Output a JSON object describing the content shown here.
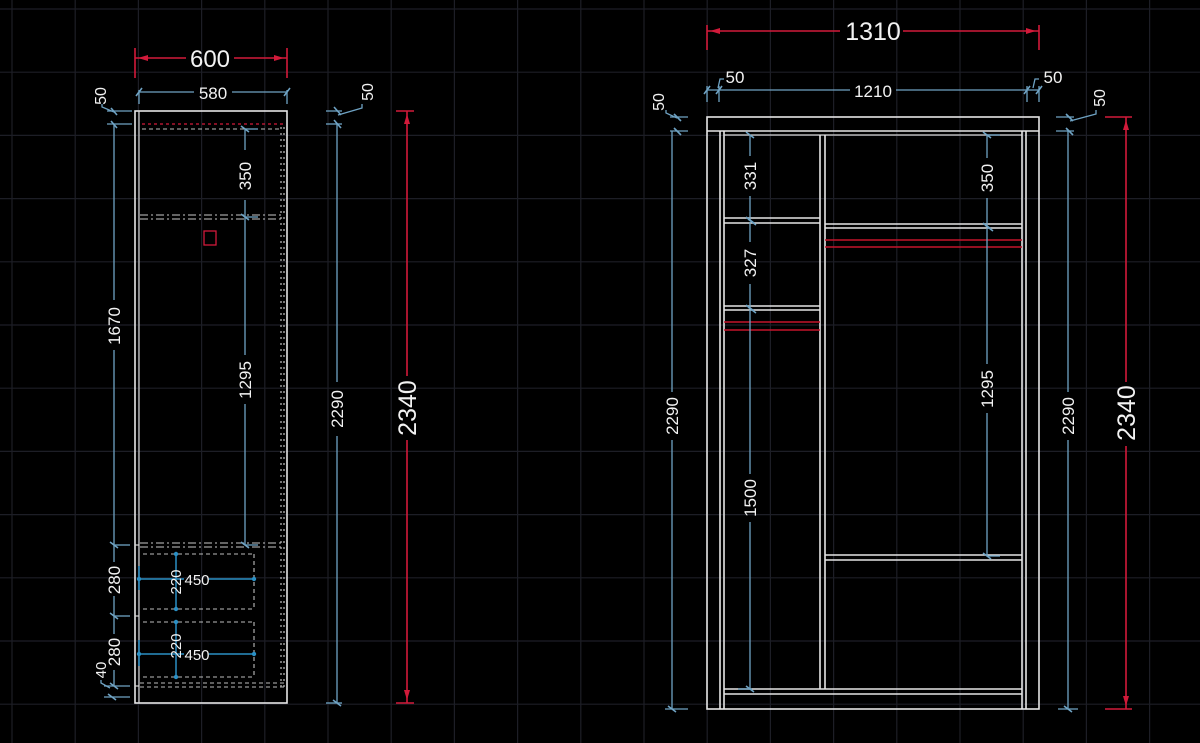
{
  "colors": {
    "background": "#000000",
    "grid": "#1d1e26",
    "outline": "#e6e6e6",
    "dimension": "#6fa3c4",
    "overall_dimension": "#d21a3a",
    "drawer_dimension": "#2a8fc4",
    "text": "#f2f2f2"
  },
  "left_view": {
    "overall_width": "600",
    "inner_width": "580",
    "top_left_offset": "50",
    "top_right_offset": "50",
    "upper_shelf_gap": "350",
    "hanging_section": "1295",
    "left_height": "1670",
    "drawer_zone_1": "280",
    "drawer_zone_2": "280",
    "base_gap": "40",
    "drawer1_height": "220",
    "drawer1_width": "450",
    "drawer2_height": "220",
    "drawer2_width": "450",
    "body_height": "2290",
    "overall_height": "2340"
  },
  "right_view": {
    "overall_width": "1310",
    "inner_width": "1210",
    "left_side_thickness": "50",
    "right_side_thickness": "50",
    "top_left_offset": "50",
    "top_right_offset": "50",
    "left_shelf_1": "331",
    "left_shelf_2": "327",
    "left_hanging": "1500",
    "right_upper": "350",
    "right_hanging": "1295",
    "left_body_height": "2290",
    "right_body_height": "2290",
    "overall_height": "2340"
  }
}
